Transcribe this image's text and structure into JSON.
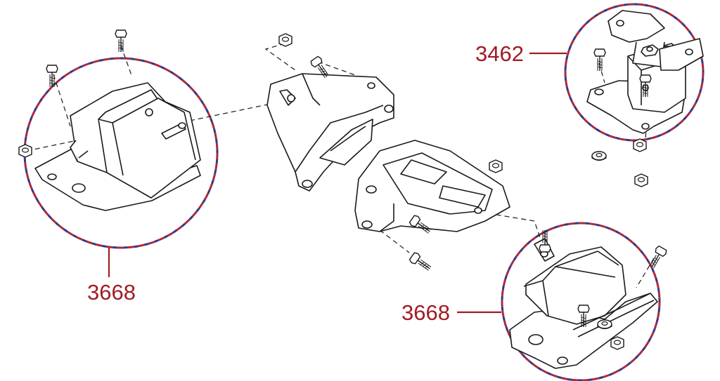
{
  "diagram": {
    "callouts": [
      {
        "id": "callout-left",
        "text": "3668"
      },
      {
        "id": "callout-top-right",
        "text": "3462"
      },
      {
        "id": "callout-bottom-right",
        "text": "3668"
      }
    ]
  },
  "colors": {
    "line": "#1a1a1a",
    "callout_text": "#a01c24",
    "circle_dash_a": "#b0283a",
    "circle_dash_b": "#2c3a8c"
  }
}
